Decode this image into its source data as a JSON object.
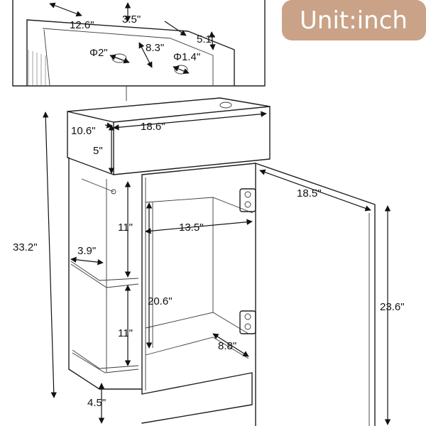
{
  "badge": {
    "text": "Unit:inch",
    "color": "#c9a287"
  },
  "dimensions": {
    "sink_depth_top": "12.6\"",
    "sink_basin_depth": "3.5\"",
    "faucet_offset": "5.1\"",
    "drain_hole": "Φ2\"",
    "basin_gap": "8.3\"",
    "faucet_hole": "Φ1.4\"",
    "sink_width": "18.6\"",
    "sink_depth": "10.6\"",
    "sink_height": "5\"",
    "total_height": "33.2\"",
    "shelf_width": "3.9\"",
    "shelf_upper_height": "11\"",
    "shelf_lower_height": "11\"",
    "inner_width": "13.5\"",
    "door_width": "18.5\"",
    "inner_height": "20.6\"",
    "door_height": "23.6\"",
    "inner_depth": "8.8\"",
    "base_height": "4.5\""
  }
}
